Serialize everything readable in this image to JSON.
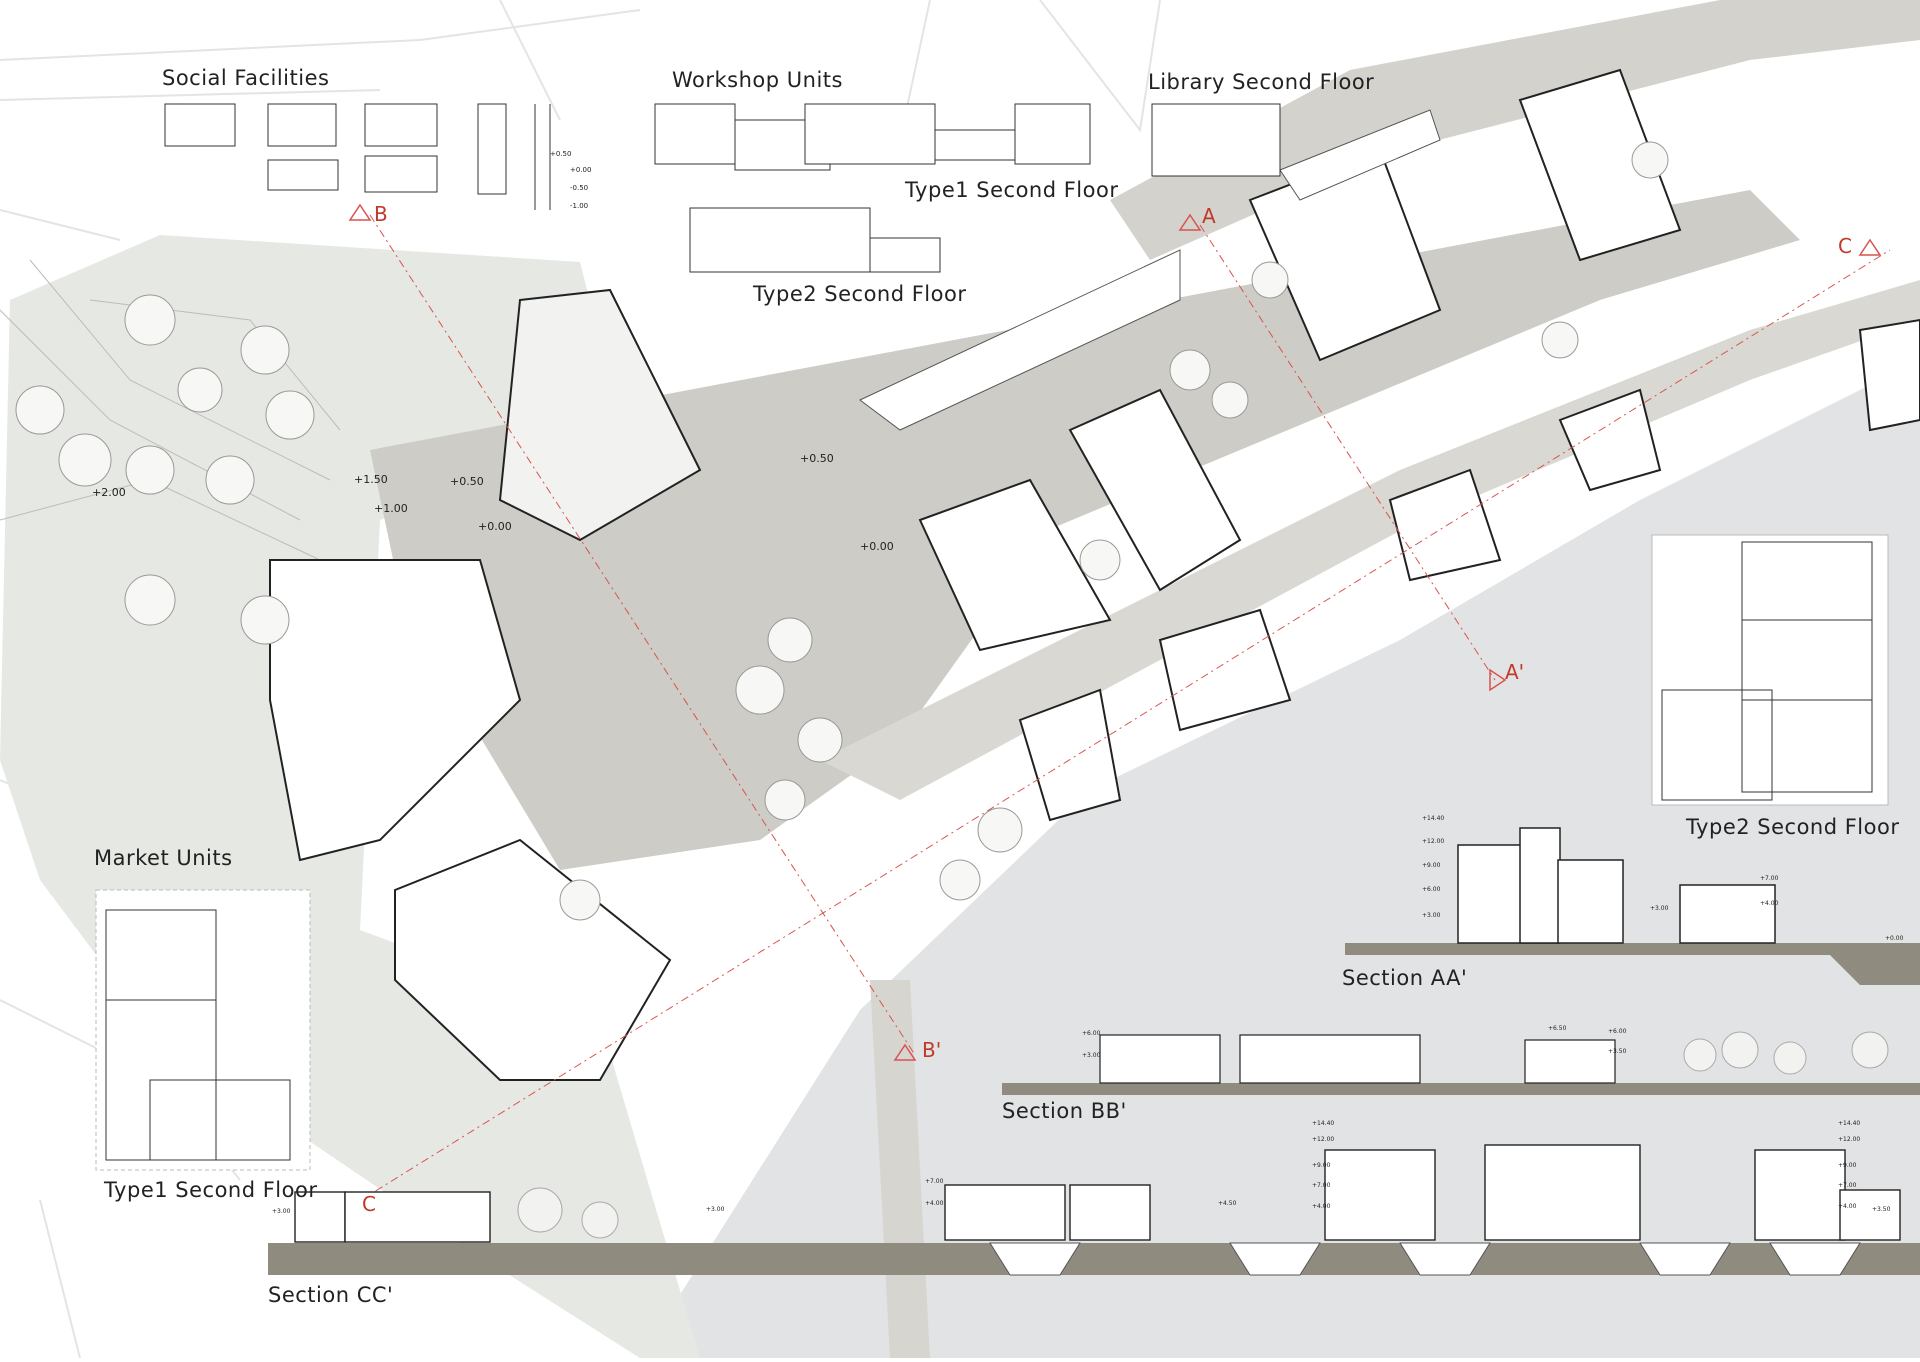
{
  "titles": {
    "social_facilities": "Social Facilities",
    "workshop_units": "Workshop Units",
    "library_second_floor": "Library Second Floor",
    "type1_second_floor_workshop": "Type1 Second Floor",
    "type2_second_floor_workshop": "Type2 Second Floor",
    "type2_second_floor_library": "Type2 Second Floor",
    "market_units": "Market Units",
    "type1_second_floor_market": "Type1 Second Floor",
    "section_aa": "Section AA'",
    "section_bb": "Section BB'",
    "section_cc": "Section CC'"
  },
  "section_markers": {
    "a_start": "A",
    "a_end": "A'",
    "b_start": "B",
    "b_end": "B'",
    "c_start": "C",
    "c_end": "C"
  },
  "plan_levels": {
    "park_high": "+2.00",
    "park_mid": "+1.50",
    "park_step": "+1.00",
    "park_edge": "+0.50",
    "plaza_a": "+0.00",
    "plaza_top": "+0.50",
    "plaza_b": "+0.00",
    "social_a": "+0.50",
    "social_b": "+0.00",
    "social_c": "-0.50",
    "social_d": "-1.00"
  },
  "section_levels": {
    "aa": [
      "+14.40",
      "+12.00",
      "+9.00",
      "+6.00",
      "+3.00",
      "+7.00",
      "+4.00",
      "+3.00",
      "+0.00"
    ],
    "bb": [
      "+6.00",
      "+3.00",
      "+6.50",
      "+6.00",
      "+3.50"
    ],
    "cc": [
      "+14.40",
      "+12.00",
      "+9.00",
      "+7.00",
      "+4.00",
      "+14.40",
      "+12.00",
      "+9.00",
      "+7.00",
      "+4.00",
      "+3.00",
      "+7.00",
      "+4.00",
      "+4.50",
      "+3.00",
      "+3.50"
    ]
  },
  "colors": {
    "paper": "#ffffff",
    "park": "#e6e8e3",
    "plaza": "#cdccc6",
    "courtyard": "#eeefec",
    "water": "#e2e3e4",
    "ground_section": "#8f8b7e",
    "section_red": "#d9534f",
    "ink": "#1a1a1a"
  }
}
